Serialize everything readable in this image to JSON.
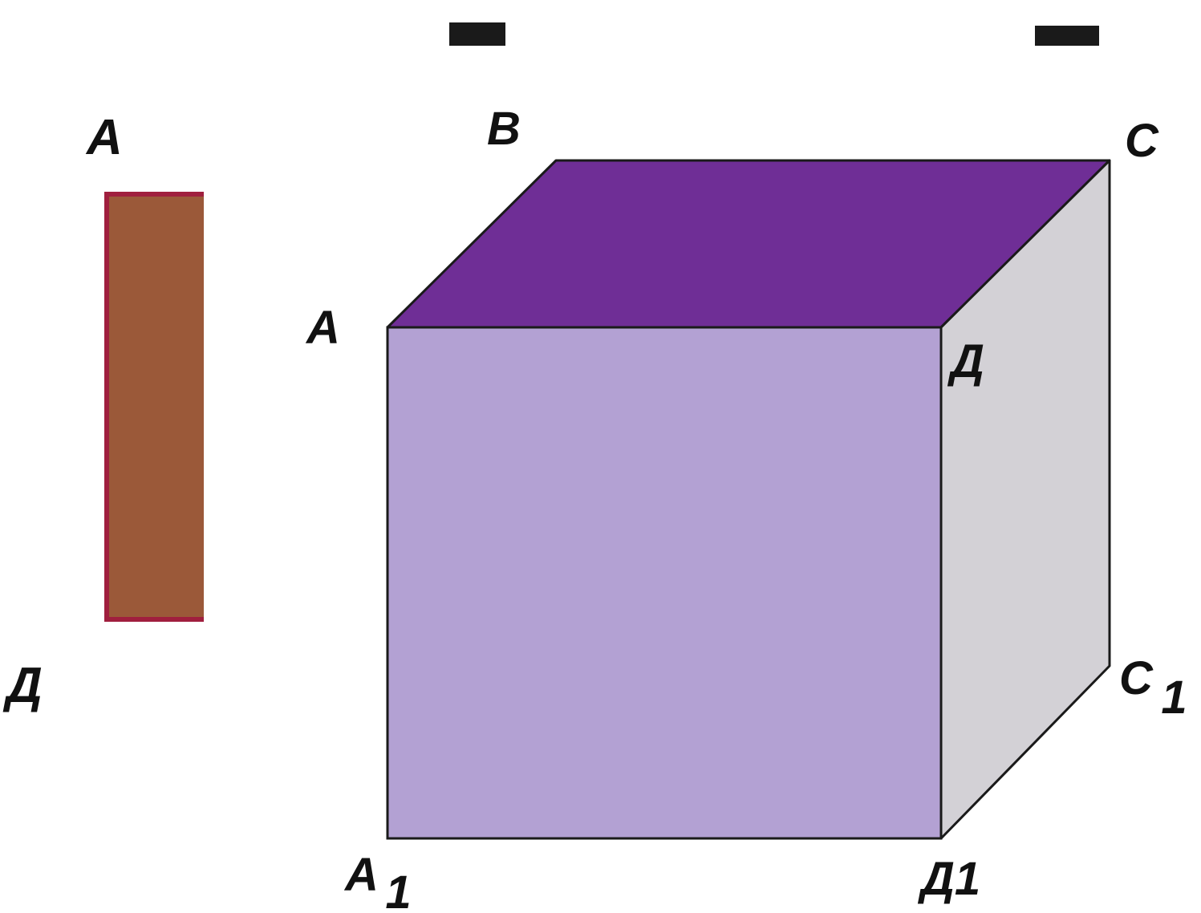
{
  "colors": {
    "top_face": "#6f2e96",
    "front_face": "#b3a1d3",
    "side_face": "#d3d1d6",
    "edge": "#1a1a1a",
    "rect_fill": "#9b5939",
    "rect_border": "#a01f3e",
    "text": "#111111"
  },
  "left_figure": {
    "label_top": "А",
    "label_bottom": "Д"
  },
  "cube": {
    "label_a": "А",
    "label_b": "В",
    "label_c": "С",
    "label_d": "Д",
    "label_a1_base": "А",
    "label_a1_sub": "1",
    "label_c1_base": "С",
    "label_c1_sub": "1",
    "label_d1": "Д1"
  }
}
